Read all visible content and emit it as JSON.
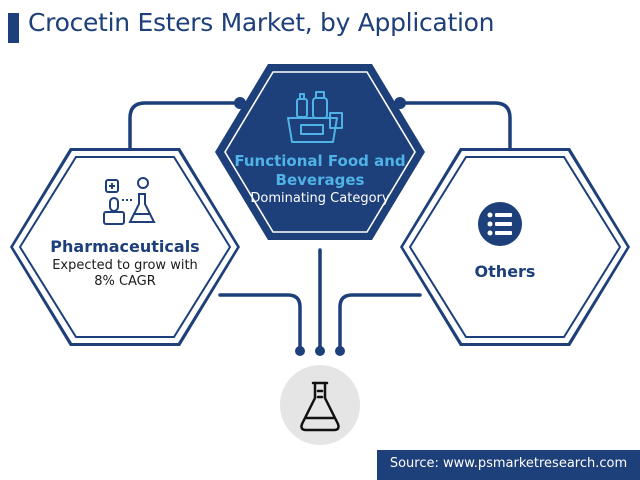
{
  "title": "Crocetin Esters Market, by Application",
  "segments": [
    {
      "name": "Pharmaceuticals",
      "note": "Expected to grow with 8% CAGR",
      "icon": "pharma-icon"
    },
    {
      "name": "Functional Food and Beverages",
      "note": "Dominating Category",
      "icon": "food-beverage-icon"
    },
    {
      "name": "Others",
      "note": "",
      "icon": "list-icon"
    }
  ],
  "center_icon": "flask-icon",
  "source": "Source: www.psmarketresearch.com",
  "colors": {
    "navy": "#1d3f7a",
    "dark_fill": "#1d3f7a",
    "accent_blue": "#4fb3e8",
    "outline": "#1d3f7a"
  }
}
